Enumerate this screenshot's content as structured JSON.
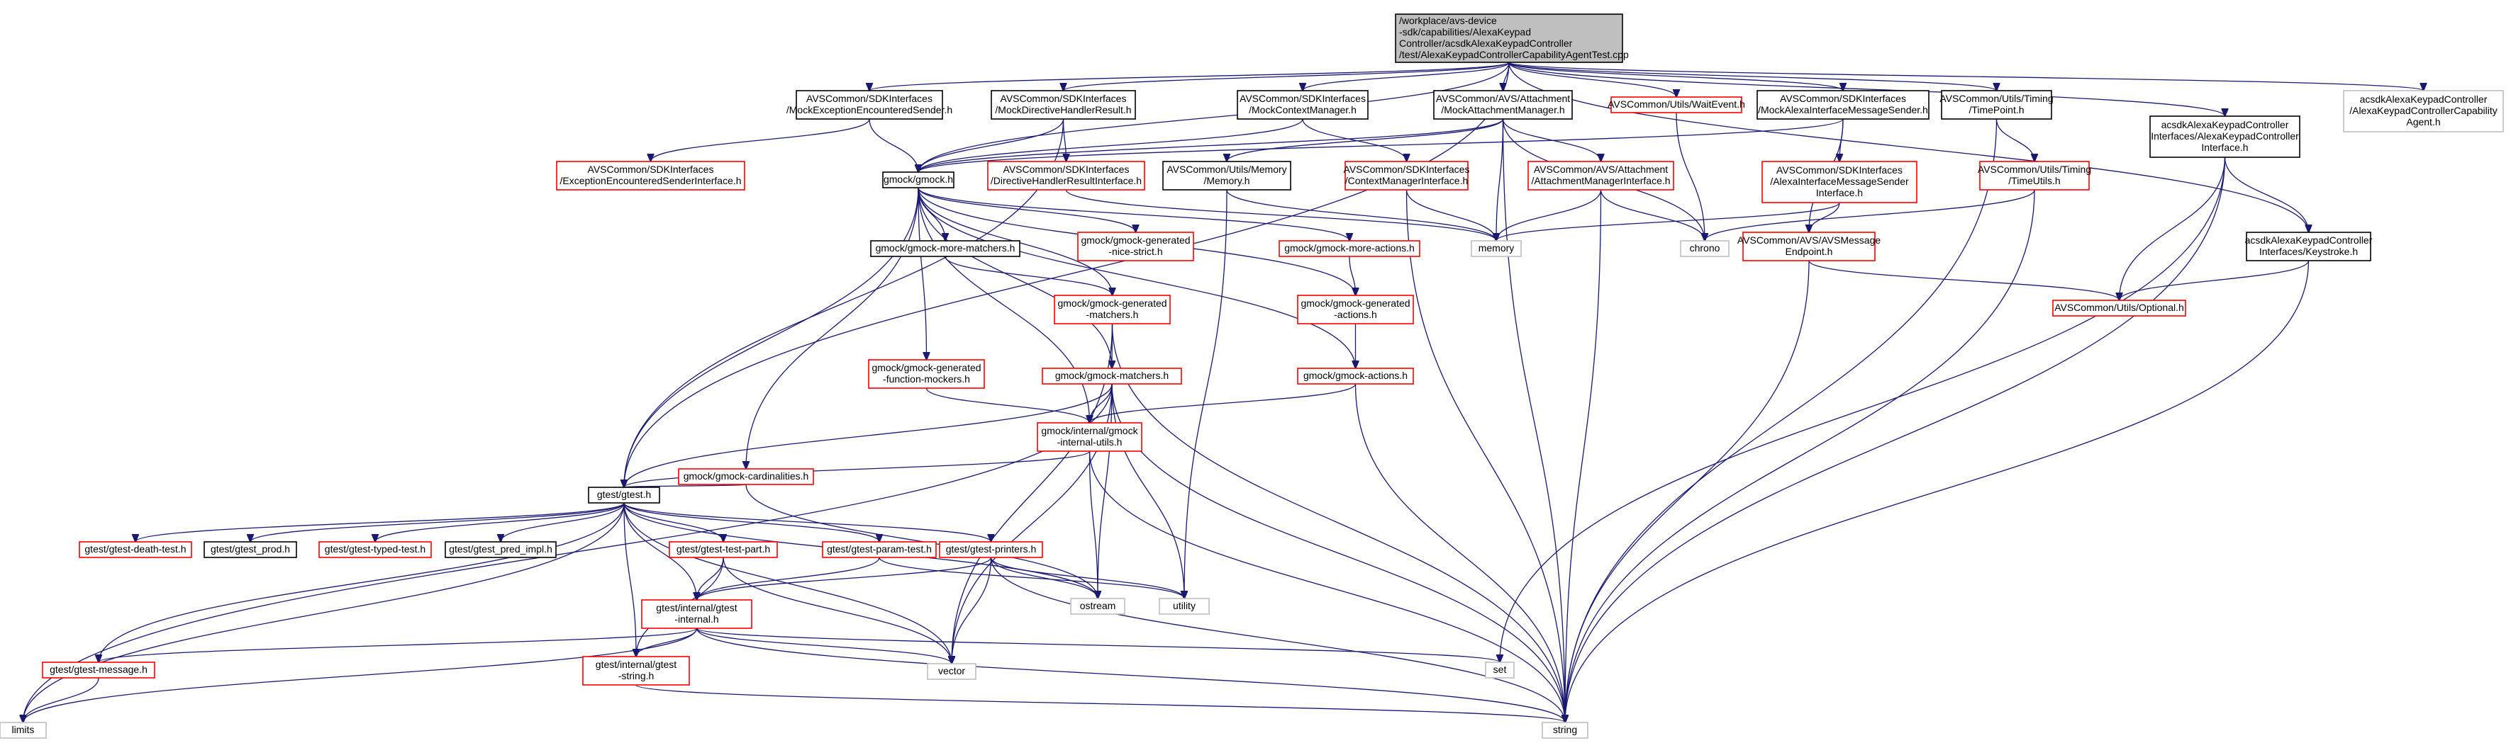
{
  "colors": {
    "edge": "#191970",
    "root_fill": "#bfbfbf",
    "border_documented": "#000000",
    "border_undocumented": "#ff0000",
    "border_external": "#bfbfbf"
  },
  "nodes": [
    {
      "id": "root",
      "kind": "root",
      "lines": [
        "/workplace/avs-device",
        "-sdk/capabilities/AlexaKeypad",
        "Controller/acsdkAlexaKeypadController",
        "/test/AlexaKeypadControllerCapabilityAgentTest.cpp"
      ]
    },
    {
      "id": "exc_sender",
      "kind": "black",
      "lines": [
        "AVSCommon/SDKInterfaces",
        "/MockExceptionEncounteredSender.h"
      ]
    },
    {
      "id": "dir_handler",
      "kind": "black",
      "lines": [
        "AVSCommon/SDKInterfaces",
        "/MockDirectiveHandlerResult.h"
      ]
    },
    {
      "id": "ctx_manager",
      "kind": "black",
      "lines": [
        "AVSCommon/SDKInterfaces",
        "/MockContextManager.h"
      ]
    },
    {
      "id": "att_manager",
      "kind": "black",
      "lines": [
        "AVSCommon/AVS/Attachment",
        "/MockAttachmentManager.h"
      ]
    },
    {
      "id": "wait_event",
      "kind": "red",
      "lines": [
        "AVSCommon/Utils/WaitEvent.h"
      ]
    },
    {
      "id": "msg_sender",
      "kind": "black",
      "lines": [
        "AVSCommon/SDKInterfaces",
        "/MockAlexaInterfaceMessageSender.h"
      ]
    },
    {
      "id": "time_point",
      "kind": "black",
      "lines": [
        "AVSCommon/Utils/Timing",
        "/TimePoint.h"
      ]
    },
    {
      "id": "kp_iface",
      "kind": "black",
      "lines": [
        "acsdkAlexaKeypadController",
        "Interfaces/AlexaKeypadController",
        "Interface.h"
      ]
    },
    {
      "id": "kp_agent",
      "kind": "gray",
      "lines": [
        "acsdkAlexaKeypadController",
        "/AlexaKeypadControllerCapability",
        "Agent.h"
      ]
    },
    {
      "id": "exc_iface",
      "kind": "red",
      "lines": [
        "AVSCommon/SDKInterfaces",
        "/ExceptionEncounteredSenderInterface.h"
      ]
    },
    {
      "id": "gmock",
      "kind": "black",
      "lines": [
        "gmock/gmock.h"
      ]
    },
    {
      "id": "dir_result_iface",
      "kind": "red",
      "lines": [
        "AVSCommon/SDKInterfaces",
        "/DirectiveHandlerResultInterface.h"
      ]
    },
    {
      "id": "util_memory",
      "kind": "black",
      "lines": [
        "AVSCommon/Utils/Memory",
        "/Memory.h"
      ]
    },
    {
      "id": "ctx_iface",
      "kind": "red",
      "lines": [
        "AVSCommon/SDKInterfaces",
        "/ContextManagerInterface.h"
      ]
    },
    {
      "id": "att_iface",
      "kind": "red",
      "lines": [
        "AVSCommon/AVS/Attachment",
        "/AttachmentManagerInterface.h"
      ]
    },
    {
      "id": "msg_iface",
      "kind": "red",
      "lines": [
        "AVSCommon/SDKInterfaces",
        "/AlexaInterfaceMessageSender",
        "Interface.h"
      ]
    },
    {
      "id": "time_utils",
      "kind": "red",
      "lines": [
        "AVSCommon/Utils/Timing",
        "/TimeUtils.h"
      ]
    },
    {
      "id": "keystroke",
      "kind": "black",
      "lines": [
        "acsdkAlexaKeypadController",
        "Interfaces/Keystroke.h"
      ]
    },
    {
      "id": "memory",
      "kind": "gray",
      "lines": [
        "memory"
      ]
    },
    {
      "id": "chrono",
      "kind": "gray",
      "lines": [
        "chrono"
      ]
    },
    {
      "id": "avs_endpoint",
      "kind": "red",
      "lines": [
        "AVSCommon/AVS/AVSMessage",
        "Endpoint.h"
      ]
    },
    {
      "id": "optional",
      "kind": "red",
      "lines": [
        "AVSCommon/Utils/Optional.h"
      ]
    },
    {
      "id": "more_matchers",
      "kind": "black",
      "lines": [
        "gmock/gmock-more-matchers.h"
      ]
    },
    {
      "id": "gen_nice",
      "kind": "red",
      "lines": [
        "gmock/gmock-generated",
        "-nice-strict.h"
      ]
    },
    {
      "id": "more_actions",
      "kind": "red",
      "lines": [
        "gmock/gmock-more-actions.h"
      ]
    },
    {
      "id": "gen_matchers",
      "kind": "red",
      "lines": [
        "gmock/gmock-generated",
        "-matchers.h"
      ]
    },
    {
      "id": "gen_actions",
      "kind": "red",
      "lines": [
        "gmock/gmock-generated",
        "-actions.h"
      ]
    },
    {
      "id": "gen_func",
      "kind": "red",
      "lines": [
        "gmock/gmock-generated",
        "-function-mockers.h"
      ]
    },
    {
      "id": "matchers",
      "kind": "red",
      "lines": [
        "gmock/gmock-matchers.h"
      ]
    },
    {
      "id": "actions",
      "kind": "red",
      "lines": [
        "gmock/gmock-actions.h"
      ]
    },
    {
      "id": "cardinalities",
      "kind": "red",
      "lines": [
        "gmock/gmock-cardinalities.h"
      ]
    },
    {
      "id": "internal_utils",
      "kind": "red",
      "lines": [
        "gmock/internal/gmock",
        "-internal-utils.h"
      ]
    },
    {
      "id": "gtest",
      "kind": "black",
      "lines": [
        "gtest/gtest.h"
      ]
    },
    {
      "id": "death_test",
      "kind": "red",
      "lines": [
        "gtest/gtest-death-test.h"
      ]
    },
    {
      "id": "gtest_prod",
      "kind": "black",
      "lines": [
        "gtest/gtest_prod.h"
      ]
    },
    {
      "id": "typed_test",
      "kind": "red",
      "lines": [
        "gtest/gtest-typed-test.h"
      ]
    },
    {
      "id": "pred_impl",
      "kind": "black",
      "lines": [
        "gtest/gtest_pred_impl.h"
      ]
    },
    {
      "id": "test_part",
      "kind": "red",
      "lines": [
        "gtest/gtest-test-part.h"
      ]
    },
    {
      "id": "param_test",
      "kind": "red",
      "lines": [
        "gtest/gtest-param-test.h"
      ]
    },
    {
      "id": "printers",
      "kind": "red",
      "lines": [
        "gtest/gtest-printers.h"
      ]
    },
    {
      "id": "ostream",
      "kind": "gray",
      "lines": [
        "ostream"
      ]
    },
    {
      "id": "utility",
      "kind": "gray",
      "lines": [
        "utility"
      ]
    },
    {
      "id": "gtest_internal",
      "kind": "red",
      "lines": [
        "gtest/internal/gtest",
        "-internal.h"
      ]
    },
    {
      "id": "message",
      "kind": "red",
      "lines": [
        "gtest/gtest-message.h"
      ]
    },
    {
      "id": "gtest_string",
      "kind": "red",
      "lines": [
        "gtest/internal/gtest",
        "-string.h"
      ]
    },
    {
      "id": "vector",
      "kind": "gray",
      "lines": [
        "vector"
      ]
    },
    {
      "id": "set",
      "kind": "gray",
      "lines": [
        "set"
      ]
    },
    {
      "id": "limits",
      "kind": "gray",
      "lines": [
        "limits"
      ]
    },
    {
      "id": "string",
      "kind": "gray",
      "lines": [
        "string"
      ]
    }
  ],
  "edges": [
    [
      "root",
      "exc_sender"
    ],
    [
      "root",
      "dir_handler"
    ],
    [
      "root",
      "ctx_manager"
    ],
    [
      "root",
      "att_manager"
    ],
    [
      "root",
      "wait_event"
    ],
    [
      "root",
      "msg_sender"
    ],
    [
      "root",
      "time_point"
    ],
    [
      "root",
      "kp_iface"
    ],
    [
      "root",
      "kp_agent"
    ],
    [
      "root",
      "keystroke"
    ],
    [
      "root",
      "gmock"
    ],
    [
      "root",
      "gtest"
    ],
    [
      "exc_sender",
      "exc_iface"
    ],
    [
      "exc_sender",
      "gmock"
    ],
    [
      "dir_handler",
      "dir_result_iface"
    ],
    [
      "dir_handler",
      "gmock"
    ],
    [
      "dir_handler",
      "gtest"
    ],
    [
      "ctx_manager",
      "ctx_iface"
    ],
    [
      "ctx_manager",
      "gmock"
    ],
    [
      "att_manager",
      "util_memory"
    ],
    [
      "att_manager",
      "att_iface"
    ],
    [
      "att_manager",
      "gmock"
    ],
    [
      "att_manager",
      "string"
    ],
    [
      "att_manager",
      "memory"
    ],
    [
      "att_manager",
      "chrono"
    ],
    [
      "wait_event",
      "chrono"
    ],
    [
      "msg_sender",
      "msg_iface"
    ],
    [
      "msg_sender",
      "avs_endpoint"
    ],
    [
      "msg_sender",
      "gmock"
    ],
    [
      "time_point",
      "time_utils"
    ],
    [
      "time_point",
      "string"
    ],
    [
      "kp_iface",
      "keystroke"
    ],
    [
      "kp_iface",
      "optional"
    ],
    [
      "kp_iface",
      "set"
    ],
    [
      "kp_iface",
      "string"
    ],
    [
      "keystroke",
      "optional"
    ],
    [
      "keystroke",
      "string"
    ],
    [
      "dir_result_iface",
      "memory"
    ],
    [
      "util_memory",
      "memory"
    ],
    [
      "util_memory",
      "utility"
    ],
    [
      "ctx_iface",
      "memory"
    ],
    [
      "ctx_iface",
      "string"
    ],
    [
      "att_iface",
      "memory"
    ],
    [
      "att_iface",
      "string"
    ],
    [
      "att_iface",
      "chrono"
    ],
    [
      "msg_iface",
      "memory"
    ],
    [
      "msg_iface",
      "avs_endpoint"
    ],
    [
      "time_utils",
      "chrono"
    ],
    [
      "time_utils",
      "string"
    ],
    [
      "avs_endpoint",
      "optional"
    ],
    [
      "avs_endpoint",
      "string"
    ],
    [
      "gmock",
      "more_matchers"
    ],
    [
      "gmock",
      "gen_nice"
    ],
    [
      "gmock",
      "more_actions"
    ],
    [
      "gmock",
      "gen_matchers"
    ],
    [
      "gmock",
      "gen_actions"
    ],
    [
      "gmock",
      "gen_func"
    ],
    [
      "gmock",
      "matchers"
    ],
    [
      "gmock",
      "actions"
    ],
    [
      "gmock",
      "cardinalities"
    ],
    [
      "gmock",
      "internal_utils"
    ],
    [
      "gmock",
      "gtest"
    ],
    [
      "more_matchers",
      "gen_matchers"
    ],
    [
      "more_actions",
      "gen_actions"
    ],
    [
      "gen_matchers",
      "matchers"
    ],
    [
      "gen_matchers",
      "string"
    ],
    [
      "gen_matchers",
      "vector"
    ],
    [
      "gen_actions",
      "actions"
    ],
    [
      "gen_func",
      "internal_utils"
    ],
    [
      "matchers",
      "internal_utils"
    ],
    [
      "matchers",
      "gtest"
    ],
    [
      "matchers",
      "limits"
    ],
    [
      "matchers",
      "ostream"
    ],
    [
      "matchers",
      "string"
    ],
    [
      "matchers",
      "utility"
    ],
    [
      "matchers",
      "vector"
    ],
    [
      "actions",
      "internal_utils"
    ],
    [
      "actions",
      "string"
    ],
    [
      "cardinalities",
      "gtest"
    ],
    [
      "cardinalities",
      "ostream"
    ],
    [
      "internal_utils",
      "gtest"
    ],
    [
      "internal_utils",
      "ostream"
    ],
    [
      "internal_utils",
      "string"
    ],
    [
      "gtest",
      "death_test"
    ],
    [
      "gtest",
      "gtest_prod"
    ],
    [
      "gtest",
      "typed_test"
    ],
    [
      "gtest",
      "pred_impl"
    ],
    [
      "gtest",
      "test_part"
    ],
    [
      "gtest",
      "param_test"
    ],
    [
      "gtest",
      "printers"
    ],
    [
      "gtest",
      "gtest_internal"
    ],
    [
      "gtest",
      "message"
    ],
    [
      "gtest",
      "gtest_string"
    ],
    [
      "gtest",
      "ostream"
    ],
    [
      "gtest",
      "vector"
    ],
    [
      "gtest",
      "limits"
    ],
    [
      "test_part",
      "gtest_internal"
    ],
    [
      "test_part",
      "gtest_string"
    ],
    [
      "test_part",
      "vector"
    ],
    [
      "param_test",
      "gtest_internal"
    ],
    [
      "param_test",
      "utility"
    ],
    [
      "printers",
      "gtest_internal"
    ],
    [
      "printers",
      "ostream"
    ],
    [
      "printers",
      "utility"
    ],
    [
      "printers",
      "string"
    ],
    [
      "printers",
      "vector"
    ],
    [
      "gtest_internal",
      "message"
    ],
    [
      "gtest_internal",
      "gtest_string"
    ],
    [
      "gtest_internal",
      "vector"
    ],
    [
      "gtest_internal",
      "set"
    ],
    [
      "gtest_internal",
      "string"
    ],
    [
      "gtest_internal",
      "limits"
    ],
    [
      "message",
      "limits"
    ],
    [
      "gtest_string",
      "string"
    ]
  ]
}
